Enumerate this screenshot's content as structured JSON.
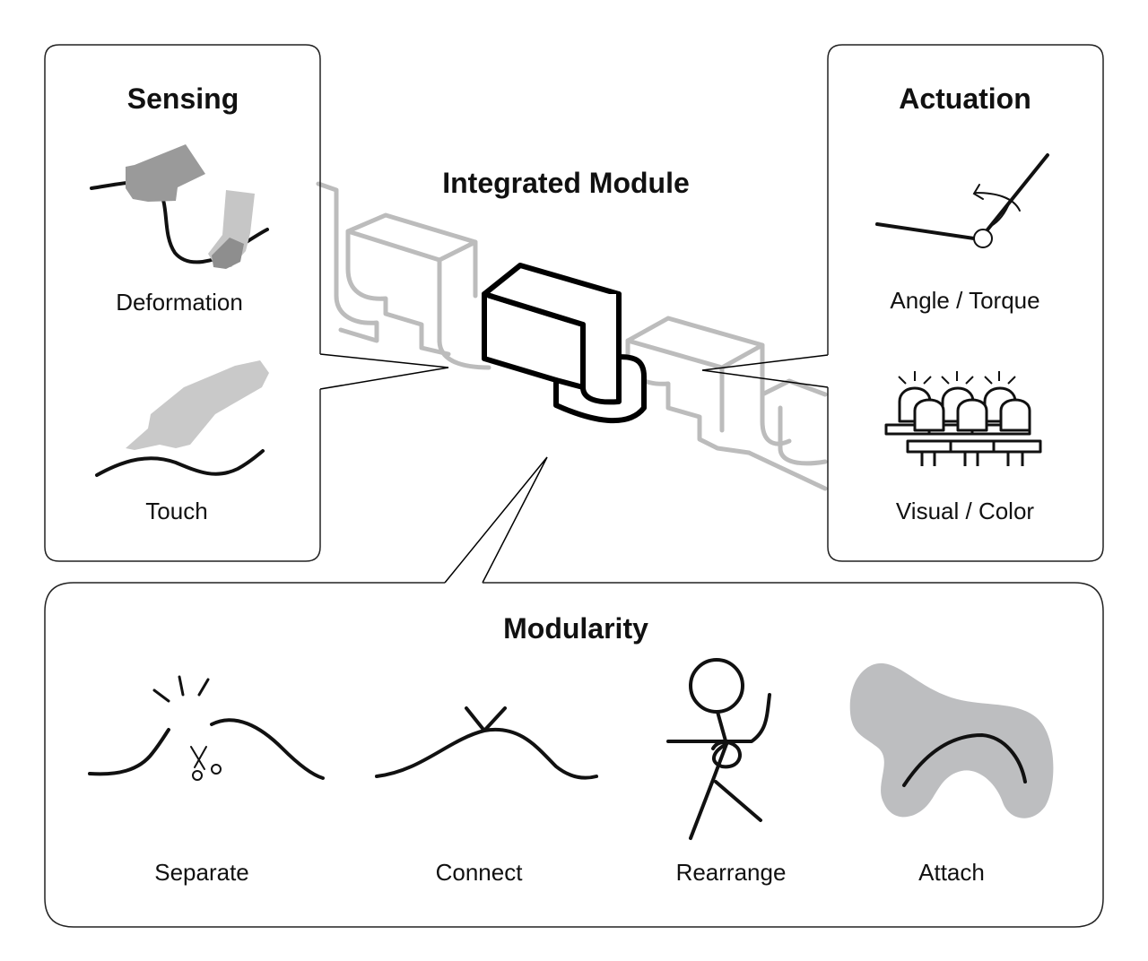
{
  "center": {
    "title": "Integrated Module"
  },
  "sensing": {
    "title": "Sensing",
    "items": [
      {
        "label": "Deformation",
        "icon": "hands-bending-wire-icon"
      },
      {
        "label": "Touch",
        "icon": "finger-touch-wire-icon"
      }
    ]
  },
  "actuation": {
    "title": "Actuation",
    "items": [
      {
        "label": "Angle / Torque",
        "icon": "rotating-joint-icon"
      },
      {
        "label": "Visual / Color",
        "icon": "led-array-icon"
      }
    ]
  },
  "modularity": {
    "title": "Modularity",
    "items": [
      {
        "label": "Separate",
        "icon": "scissors-cut-wire-icon"
      },
      {
        "label": "Connect",
        "icon": "joined-wire-icon"
      },
      {
        "label": "Rearrange",
        "icon": "stick-figure-wire-icon"
      },
      {
        "label": "Attach",
        "icon": "wire-on-shape-icon"
      }
    ]
  },
  "colors": {
    "stroke": "#111111",
    "ghost": "#b4b4b4",
    "fill_gray": "#bdbec0",
    "hand_gray": "#9a9a9a"
  }
}
